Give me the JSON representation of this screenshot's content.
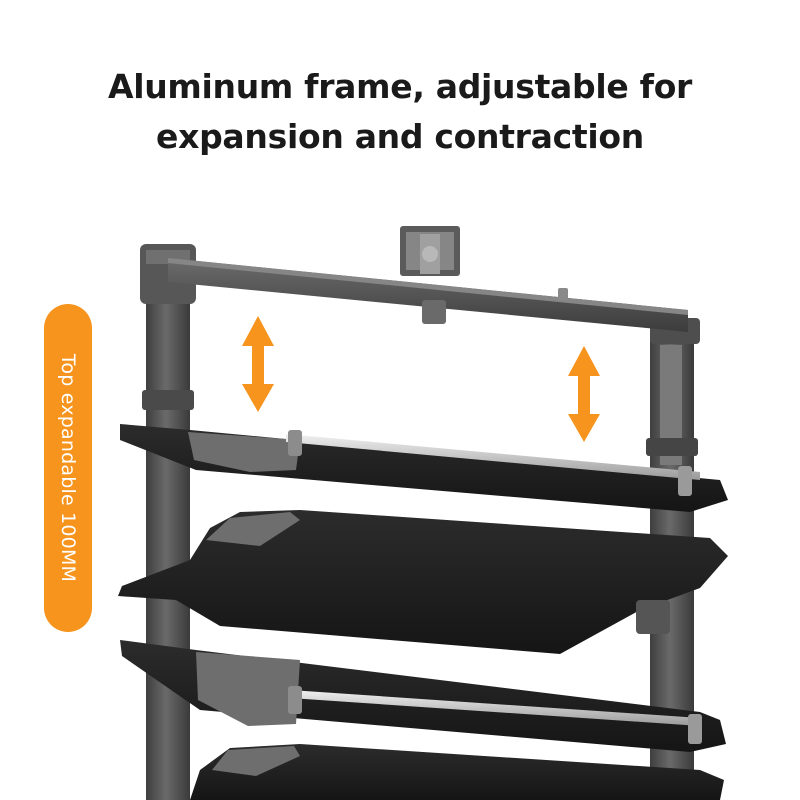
{
  "headline": {
    "line1": "Aluminum frame, adjustable for",
    "line2": "expansion and contraction"
  },
  "badge": {
    "text": "Top expandable 100MM",
    "color": "#f7941d"
  },
  "colors": {
    "frame": "#505050",
    "shelf": "#222222",
    "rail": "#c9c9c9",
    "arrow": "#f7941d"
  },
  "icons": [
    "up-down-arrow-icon",
    "up-down-arrow-icon"
  ]
}
